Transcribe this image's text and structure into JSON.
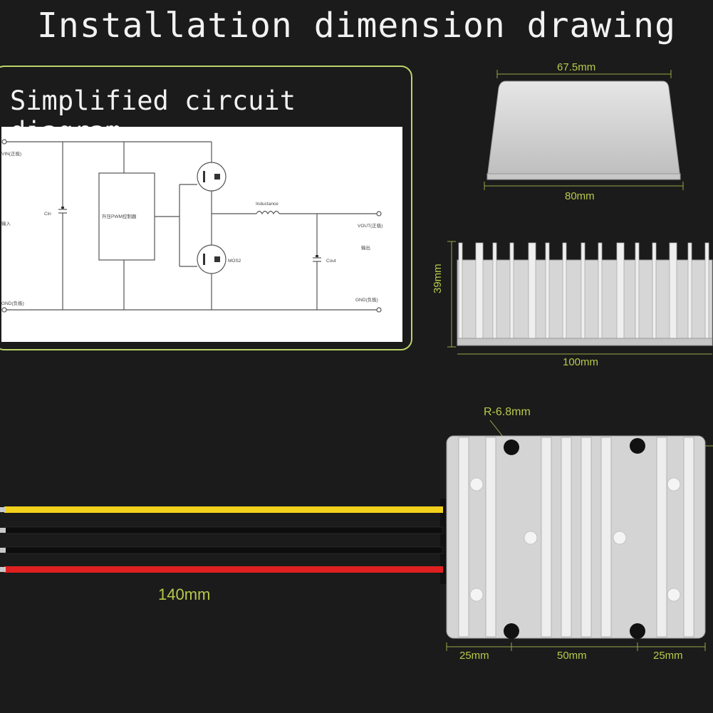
{
  "title": "Installation dimension drawing",
  "circuit_panel": {
    "title": "Simplified circuit diagram",
    "labels": {
      "vin": "VIN(正极)",
      "input": "输入",
      "cin": "Cin",
      "gnd_left": "GND(负极)",
      "controller": "升压PWM控制器",
      "inductance": "Inductance",
      "mos2": "MOS2",
      "cout": "Cout",
      "vout": "VOUT(正极)",
      "output": "输出",
      "gnd_right": "GND(负极)"
    }
  },
  "dimensions": {
    "top_width": "67.5mm",
    "base_width": "80mm",
    "height": "39mm",
    "length": "100mm",
    "hole_radius": "R-6.8mm",
    "wire_length": "140mm",
    "left_spacing": "25mm",
    "center_spacing": "50mm",
    "right_spacing": "25mm"
  },
  "colors": {
    "background": "#1b1b1b",
    "accent": "#b8c94a",
    "wire_yellow": "#f2d11b",
    "wire_black": "#0d0d0d",
    "wire_red": "#e02020",
    "aluminum": "#d8d8d8"
  }
}
